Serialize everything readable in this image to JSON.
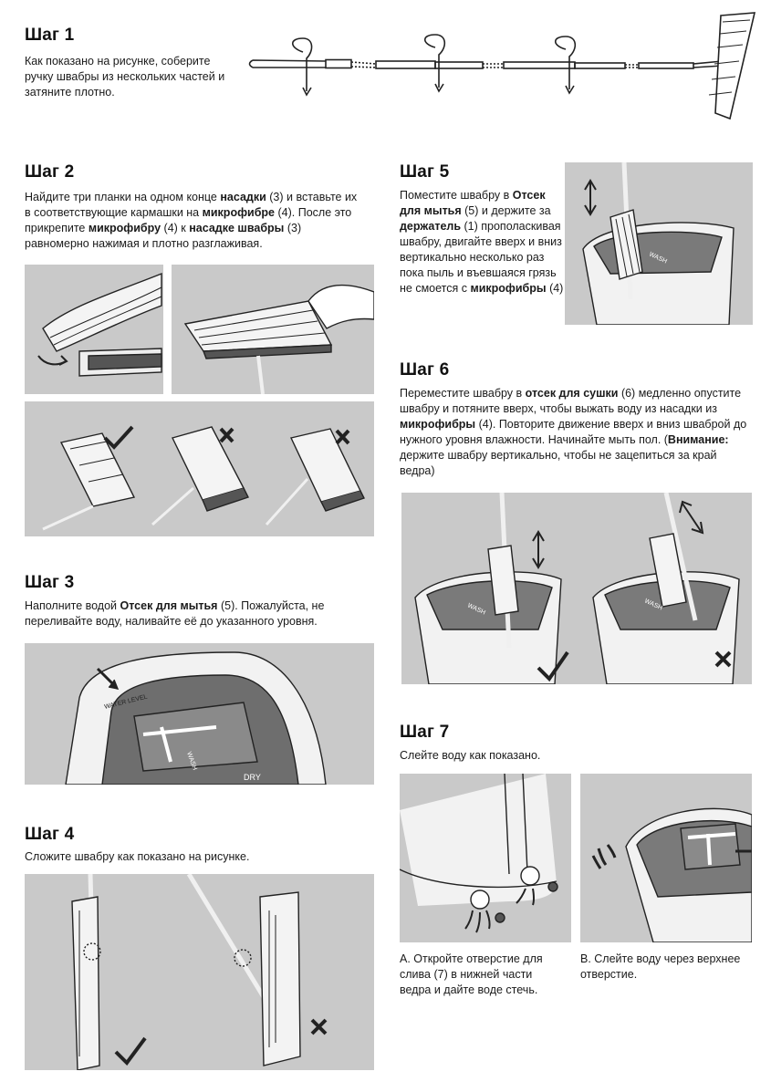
{
  "steps": [
    {
      "title": "Шаг 1",
      "text": [
        {
          "t": "Как показано на рисунке, соберите ручку швабры из нескольких частей и затяните плотно.",
          "b": false
        }
      ]
    },
    {
      "title": "Шаг 2",
      "text": [
        {
          "t": "Найдите три планки на одном конце ",
          "b": false
        },
        {
          "t": "насадки",
          "b": true
        },
        {
          "t": " (3) и вставьте их в соответствующие кармашки на ",
          "b": false
        },
        {
          "t": "микрофибре",
          "b": true
        },
        {
          "t": " (4). После это прикрепите ",
          "b": false
        },
        {
          "t": "микрофибру",
          "b": true
        },
        {
          "t": " (4) к ",
          "b": false
        },
        {
          "t": "насадке швабры",
          "b": true
        },
        {
          "t": " (3) равномерно нажимая и плотно разглаживая.",
          "b": false
        }
      ]
    },
    {
      "title": "Шаг 3",
      "text": [
        {
          "t": "Наполните водой ",
          "b": false
        },
        {
          "t": "Отсек для мытья",
          "b": true
        },
        {
          "t": " (5). Пожалуйста, не переливайте воду, наливайте её до указанного уровня.",
          "b": false
        }
      ]
    },
    {
      "title": "Шаг 4",
      "text": [
        {
          "t": "Сложите швабру как показано на рисунке.",
          "b": false
        }
      ]
    },
    {
      "title": "Шаг 5",
      "text": [
        {
          "t": "Поместите швабру в ",
          "b": false
        },
        {
          "t": "Отсек для мытья",
          "b": true
        },
        {
          "t": " (5) и держите за ",
          "b": false
        },
        {
          "t": "держатель",
          "b": true
        },
        {
          "t": " (1) прополаскивая швабру, двигайте вверх и вниз вертикально несколько раз пока пыль и въевшаяся грязь не смоется с ",
          "b": false
        },
        {
          "t": "микрофибры",
          "b": true
        },
        {
          "t": " (4)",
          "b": false
        }
      ]
    },
    {
      "title": "Шаг 6",
      "text": [
        {
          "t": "Переместите швабру в ",
          "b": false
        },
        {
          "t": "отсек для сушки",
          "b": true
        },
        {
          "t": " (6) медленно опустите швабру и потяните вверх, чтобы выжать воду из насадки из ",
          "b": false
        },
        {
          "t": "микрофибры",
          "b": true
        },
        {
          "t": " (4). Повторите движение вверх и вниз шваброй до нужного уровня влажности. Начинайте мыть пол. (",
          "b": false
        },
        {
          "t": "Внимание:",
          "b": true
        },
        {
          "t": " держите швабру вертикально, чтобы не зацепиться за край ведра)",
          "b": false
        }
      ]
    },
    {
      "title": "Шаг 7",
      "text": [
        {
          "t": "Слейте воду как показано.",
          "b": false
        }
      ]
    }
  ],
  "captions": {
    "a": "А. Откройте отверстие для слива (7) в нижней части ведра и дайте воде стечь.",
    "b": "В. Слейте воду через верхнее отверстие."
  },
  "labels": {
    "water_level": "WATER LEVEL",
    "wash": "WASH",
    "dry": "DRY"
  },
  "colors": {
    "panel": "#c9c9c9",
    "line": "#222222",
    "bucket": "#efefef",
    "dark": "#6e6e6e"
  }
}
